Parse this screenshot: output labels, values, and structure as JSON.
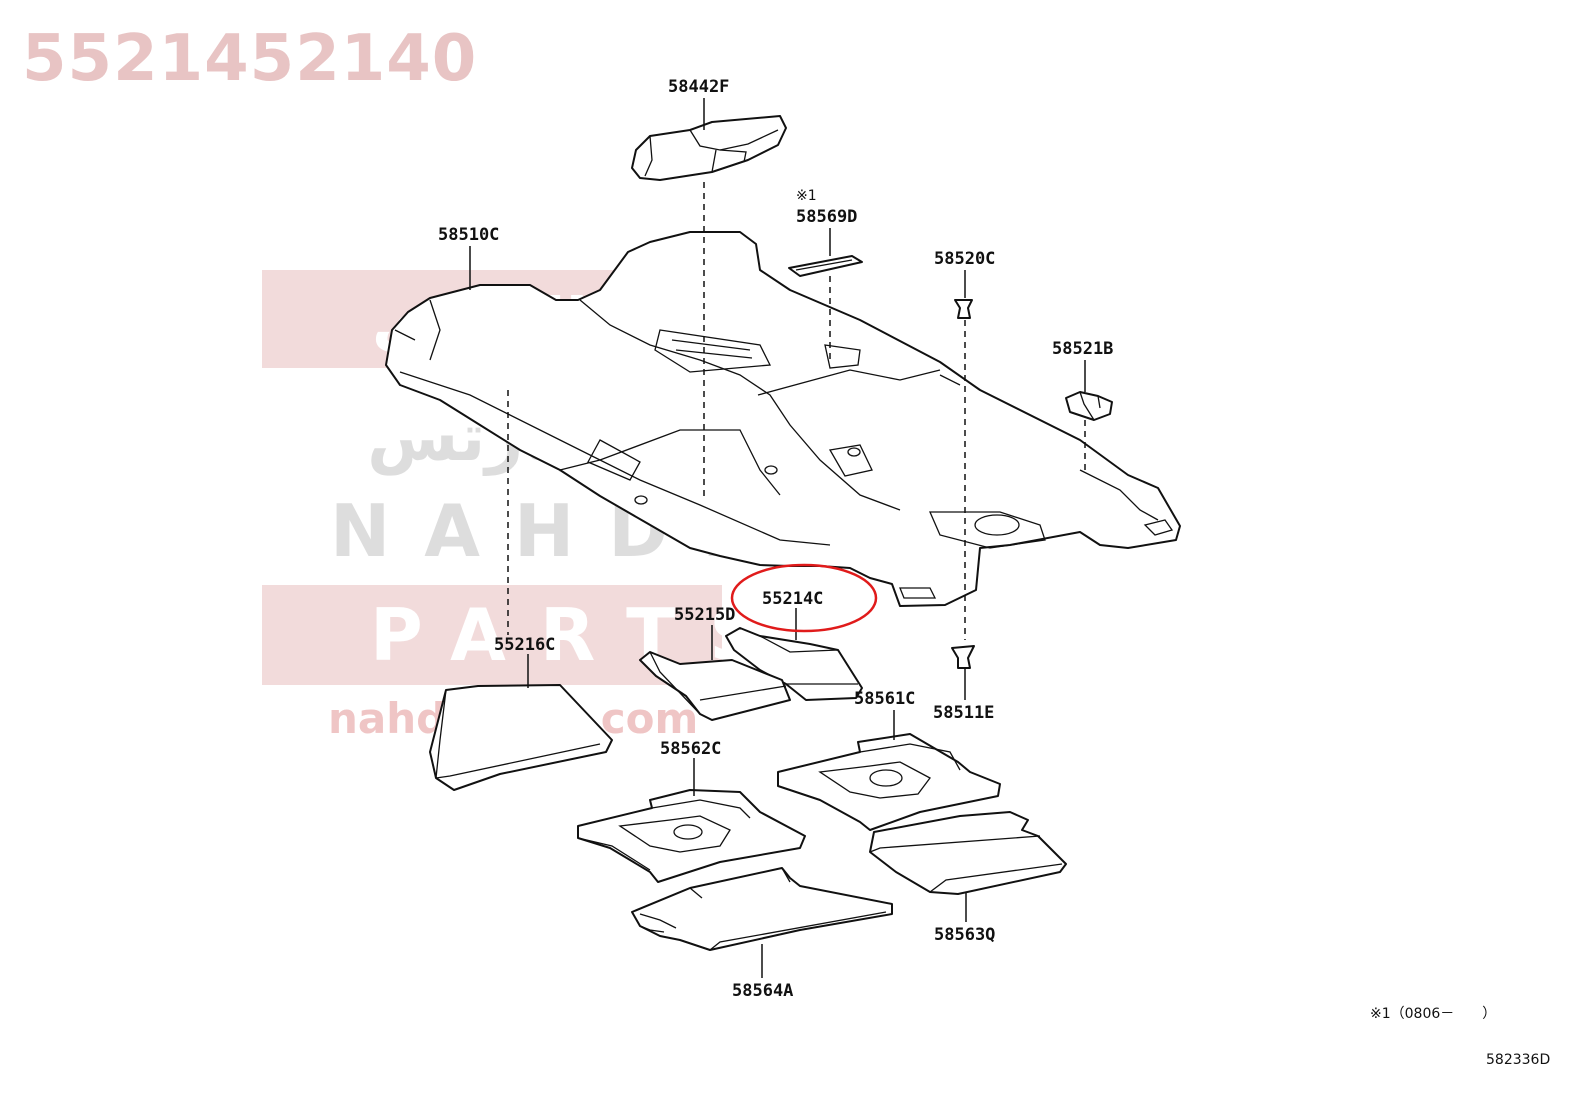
{
  "part_number": "5521452140",
  "watermark": {
    "arabic_top": "النهدي",
    "arabic_mid": "بارتس",
    "latin_top": "NAHDI",
    "latin_bottom": "PARTS",
    "url": "nahdiparts.com",
    "band_color": "#f2dada"
  },
  "callouts": [
    {
      "id": "58442F",
      "label": "58442F"
    },
    {
      "id": "58569D",
      "label": "58569D",
      "note": "※1"
    },
    {
      "id": "58510C",
      "label": "58510C"
    },
    {
      "id": "58520C",
      "label": "58520C"
    },
    {
      "id": "58521B",
      "label": "58521B"
    },
    {
      "id": "55214C",
      "label": "55214C",
      "highlighted": true
    },
    {
      "id": "55215D",
      "label": "55215D"
    },
    {
      "id": "55216C",
      "label": "55216C"
    },
    {
      "id": "58511E",
      "label": "58511E"
    },
    {
      "id": "58561C",
      "label": "58561C"
    },
    {
      "id": "58562C",
      "label": "58562C"
    },
    {
      "id": "58563Q",
      "label": "58563Q"
    },
    {
      "id": "58564A",
      "label": "58564A"
    }
  ],
  "highlight_color": "#e01b1b",
  "footnote": "※1（0806－　　）",
  "diagram_code": "582336D"
}
